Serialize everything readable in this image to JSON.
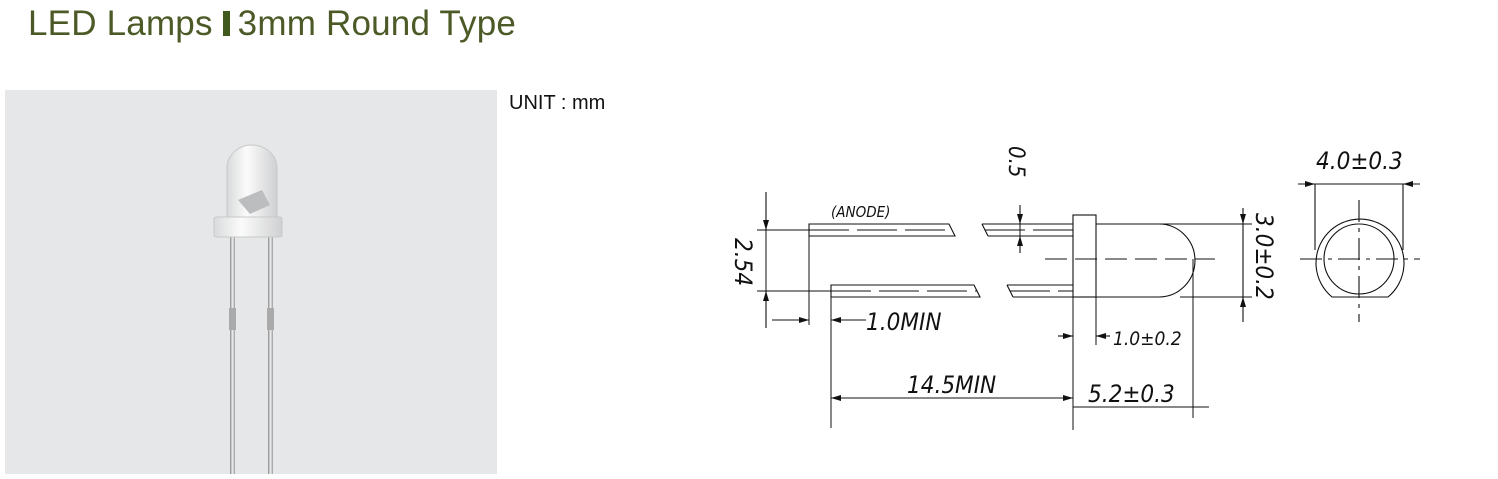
{
  "header": {
    "title_left": "LED Lamps",
    "title_right": "3mm Round Type"
  },
  "unit_label": "UNIT : mm",
  "drawing": {
    "anode_label": "(ANODE)",
    "dim_lead_pitch": "2.54",
    "dim_lead_width": "0.5",
    "dim_min_offset": "1.0MIN",
    "dim_lead_length": "14.5MIN",
    "dim_flange": "1.0±0.2",
    "dim_body_length": "5.2±0.3",
    "dim_body_diameter": "3.0±0.2",
    "dim_flange_diameter": "4.0±0.3"
  },
  "colors": {
    "title": "#4b5a26",
    "photo_bg": "#e6e7e8"
  }
}
